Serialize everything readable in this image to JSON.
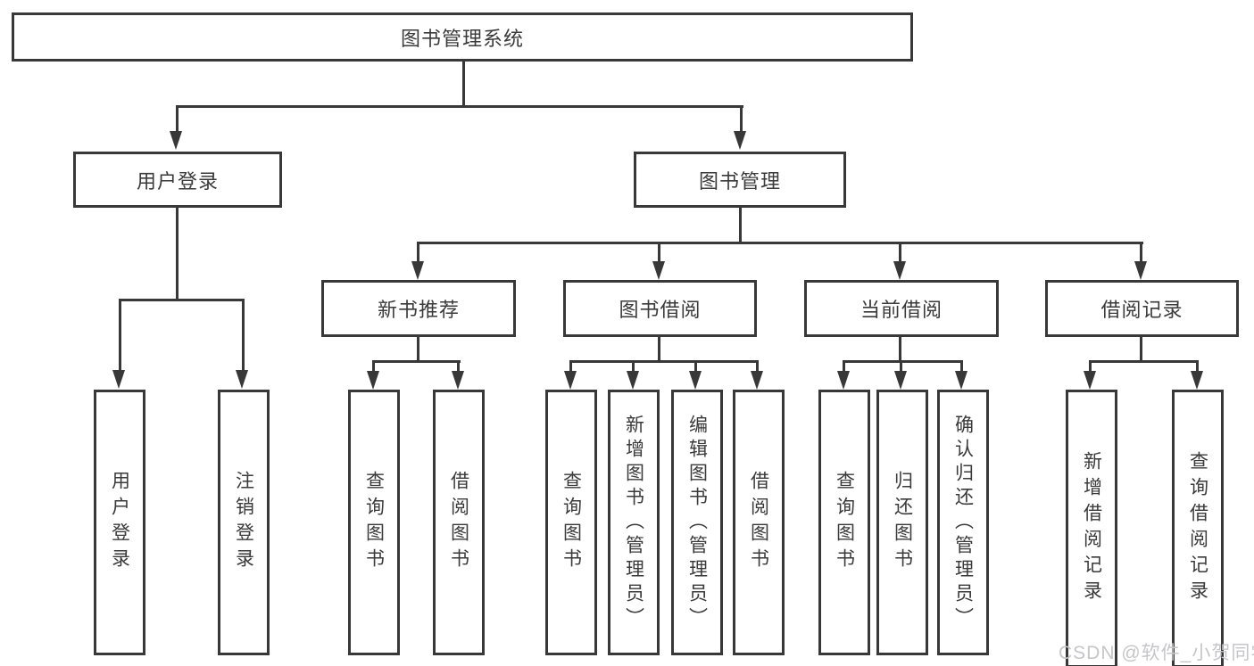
{
  "tree": {
    "root": {
      "label": "图书管理系统"
    },
    "level2": [
      {
        "label": "用户登录"
      },
      {
        "label": "图书管理"
      }
    ],
    "level3": [
      {
        "label": "新书推荐"
      },
      {
        "label": "图书借阅"
      },
      {
        "label": "当前借阅"
      },
      {
        "label": "借阅记录"
      }
    ],
    "level4": {
      "user_login": [
        "用户登录",
        "注销登录"
      ],
      "new_book_recommend": [
        "查询图书",
        "借阅图书"
      ],
      "book_borrow": [
        "查询图书",
        "新增图书（管理员）",
        "编辑图书（管理员）",
        "借阅图书"
      ],
      "current_borrow": [
        "查询图书",
        "归还图书",
        "确认归还（管理员）"
      ],
      "borrow_records": [
        "新增借阅记录",
        "查询借阅记录"
      ]
    }
  },
  "watermark": "CSDN @软件_小贺同学",
  "colors": {
    "line": "#383838",
    "text": "#3a3a3a",
    "watermark": "#c6c6ca",
    "background": "#ffffff"
  }
}
